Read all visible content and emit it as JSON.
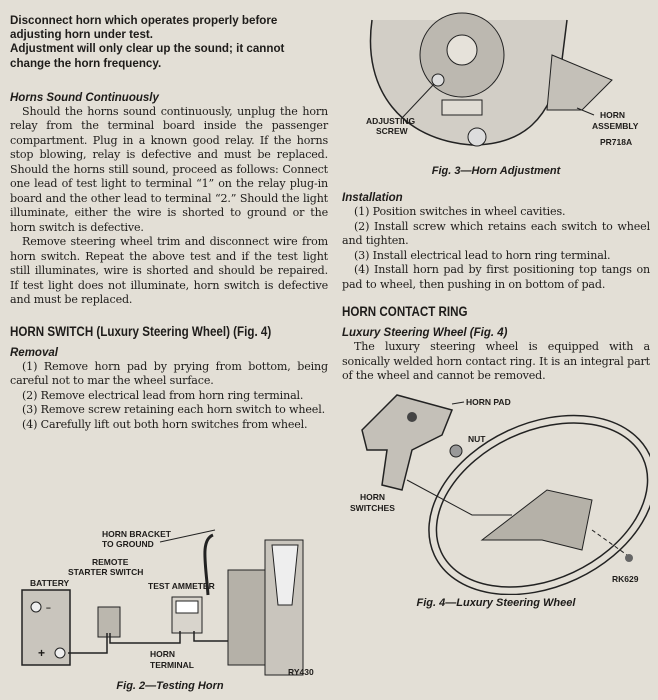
{
  "left": {
    "notes": [
      "Disconnect horn which operates properly before adjusting horn under test.",
      "Adjustment will only clear up the sound; it cannot change the horn frequency."
    ],
    "continuous": {
      "heading": "Horns Sound Continuously",
      "paragraphs": [
        "Should the horns sound continuously, unplug the horn relay from the terminal board inside the passenger compartment. Plug in a known good relay. If the horns stop blowing, relay is defective and must be replaced. Should the horns still sound, proceed as follows: Connect one lead of test light to terminal “1” on the relay plug-in board and the other lead to terminal “2.” Should the light illuminate, either the wire is shorted to ground or the horn switch is defective.",
        "Remove steering wheel trim and disconnect wire from horn switch. Repeat the above test and if the test light still illuminates, wire is shorted and should be repaired. If test light does not illuminate, horn switch is defective and must be replaced."
      ]
    },
    "horn_switch": {
      "heading": "HORN SWITCH (Luxury Steering Wheel) (Fig. 4)",
      "subheading": "Removal",
      "steps": [
        "(1) Remove horn pad by prying from bottom, being careful not to mar the wheel surface.",
        "(2) Remove electrical lead from horn ring terminal.",
        "(3) Remove screw retaining each horn switch to wheel.",
        "(4) Carefully lift out both horn switches from wheel."
      ]
    },
    "fig2": {
      "labels": {
        "bracket1": "HORN BRACKET",
        "bracket2": "TO GROUND",
        "remote1": "REMOTE",
        "remote2": "STARTER SWITCH",
        "battery": "BATTERY",
        "ammeter": "TEST AMMETER",
        "terminal1": "HORN",
        "terminal2": "TERMINAL",
        "code": "RY430",
        "minus": "−",
        "plus": "+"
      },
      "caption": "Fig. 2—Testing Horn"
    }
  },
  "right": {
    "fig3": {
      "labels": {
        "screw1": "ADJUSTING",
        "screw2": "SCREW",
        "horn1": "HORN",
        "horn2": "ASSEMBLY",
        "code": "PR718A"
      },
      "caption": "Fig. 3—Horn Adjustment"
    },
    "installation": {
      "heading": "Installation",
      "steps": [
        "(1) Position switches in wheel cavities.",
        "(2) Install screw which retains each switch to wheel and tighten.",
        "(3) Install electrical lead to horn ring terminal.",
        "(4) Install horn pad by first positioning top tangs on pad to wheel, then pushing in on bottom of pad."
      ]
    },
    "contact_ring": {
      "heading": "HORN CONTACT RING",
      "subheading": "Luxury Steering Wheel (Fig. 4)",
      "paragraph": "The luxury steering wheel is equipped with a sonically welded horn contact ring. It is an integral part of the wheel and cannot be removed."
    },
    "fig4": {
      "labels": {
        "pad": "HORN PAD",
        "nut": "NUT",
        "switches1": "HORN",
        "switches2": "SWITCHES",
        "code": "RK629"
      },
      "caption": "Fig. 4—Luxury Steering Wheel"
    }
  }
}
